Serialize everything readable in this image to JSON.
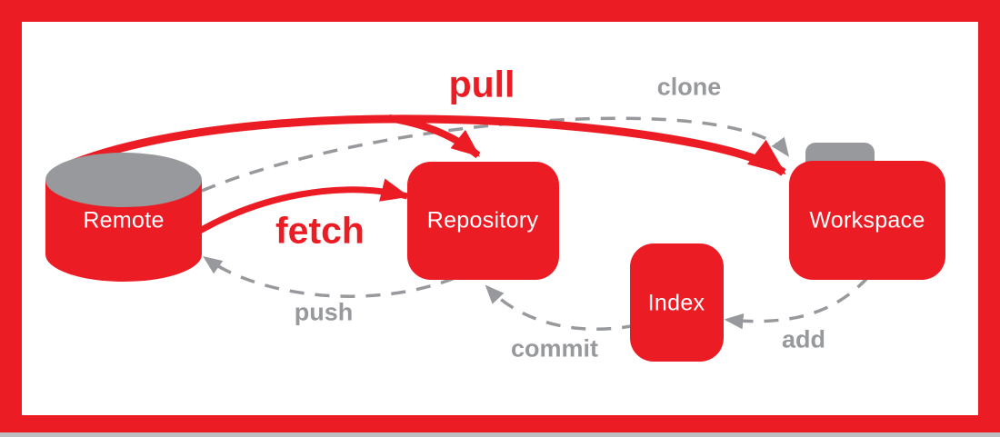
{
  "diagram": {
    "type": "git-workflow-flow-diagram"
  },
  "colors": {
    "accent_red": "#EC1C24",
    "gray": "#97999C",
    "bottom_strip_gray": "#BCBEC0",
    "background": "#FFFFFF",
    "node_text": "#FFFFFF"
  },
  "nodes": {
    "remote": {
      "label": "Remote",
      "shape": "database-cylinder"
    },
    "repository": {
      "label": "Repository",
      "shape": "rounded-rect"
    },
    "index": {
      "label": "Index",
      "shape": "rounded-rect"
    },
    "workspace": {
      "label": "Workspace",
      "shape": "folder"
    }
  },
  "arrows": {
    "pull": {
      "label": "pull",
      "style": "solid-red",
      "from": "Remote",
      "to": "Workspace & Repository"
    },
    "clone": {
      "label": "clone",
      "style": "dashed-gray",
      "from": "Remote",
      "to": "Workspace"
    },
    "fetch": {
      "label": "fetch",
      "style": "solid-red",
      "from": "Remote",
      "to": "Repository"
    },
    "push": {
      "label": "push",
      "style": "dashed-gray",
      "from": "Repository",
      "to": "Remote"
    },
    "commit": {
      "label": "commit",
      "style": "dashed-gray",
      "from": "Index",
      "to": "Repository"
    },
    "add": {
      "label": "add",
      "style": "dashed-gray",
      "from": "Workspace",
      "to": "Index"
    }
  }
}
